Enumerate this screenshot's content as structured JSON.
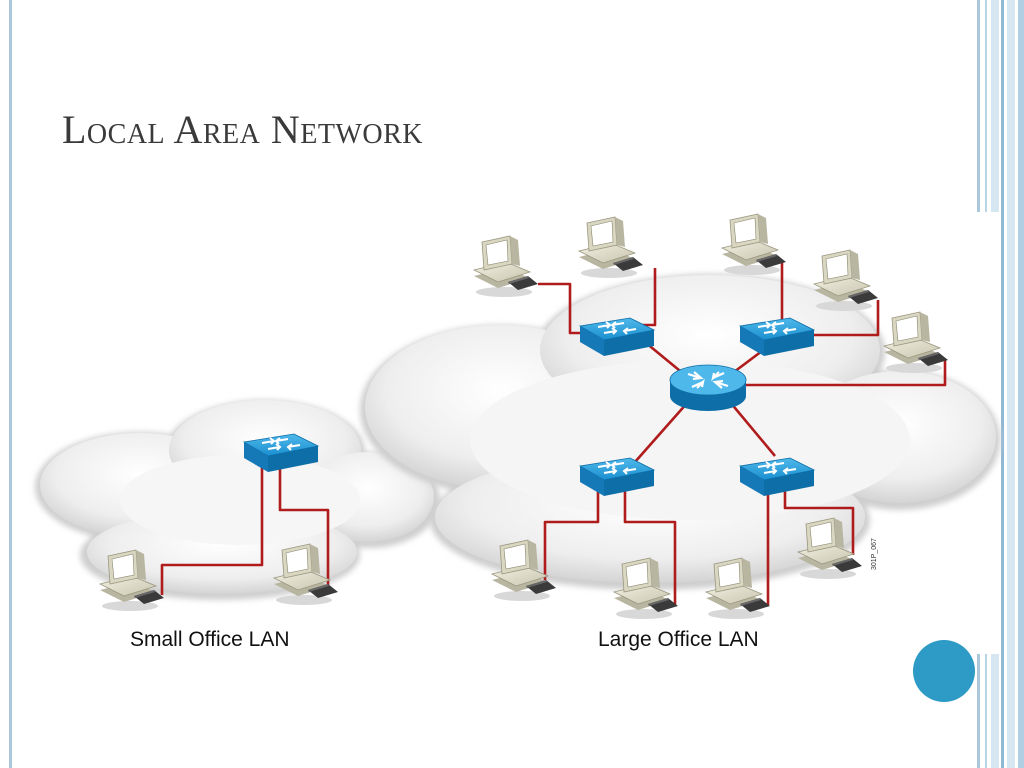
{
  "slide": {
    "title": "Local Area Network"
  },
  "diagram": {
    "small_lan_label": "Small Office LAN",
    "large_lan_label": "Large Office LAN",
    "figure_id": "301P_067",
    "link_color": "#b01c1c",
    "device_color": "#1a8fd0"
  },
  "theme": {
    "accent": "#2e9bc6",
    "stripe": "#a9c8dc"
  }
}
